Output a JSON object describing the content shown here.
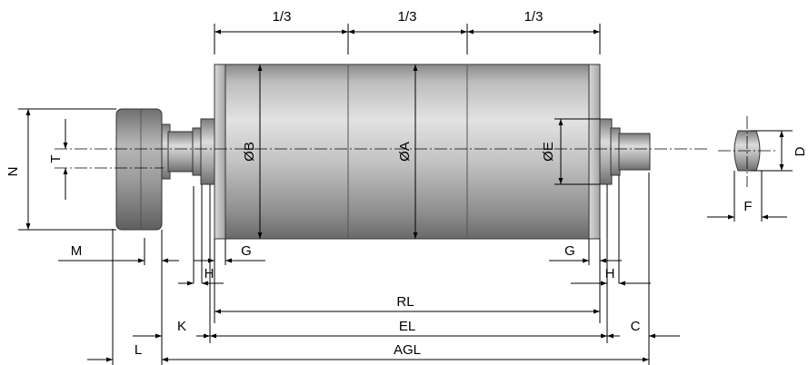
{
  "labels": {
    "third_1": "1/3",
    "third_2": "1/3",
    "third_3": "1/3",
    "dia_b": "ØB",
    "dia_a": "ØA",
    "dia_e": "ØE",
    "n": "N",
    "t": "T",
    "d": "D",
    "f": "F",
    "g_left": "G",
    "g_right": "G",
    "h_left": "H",
    "h_right": "H",
    "m": "M",
    "rl": "RL",
    "el": "EL",
    "k": "K",
    "c": "C",
    "l": "L",
    "agl": "AGL"
  }
}
